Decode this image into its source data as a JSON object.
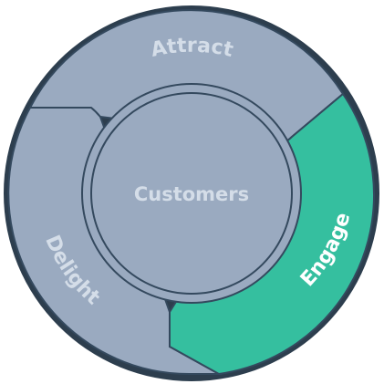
{
  "flywheel": {
    "center_label": "Customers",
    "segments": [
      {
        "label": "Attract",
        "state": "inactive"
      },
      {
        "label": "Engage",
        "state": "active"
      },
      {
        "label": "Delight",
        "state": "inactive"
      }
    ]
  },
  "colors": {
    "outer_ring": "#2d3e4e",
    "segment_inactive": "#9aaac0",
    "segment_active": "#35bf9f",
    "segment_outline": "#34495e",
    "label_inactive": "#d4dde8",
    "label_active": "#ffffff",
    "center_fill": "#9aaac0",
    "center_ring": "#34495e",
    "center_label": "#d4dde8"
  }
}
